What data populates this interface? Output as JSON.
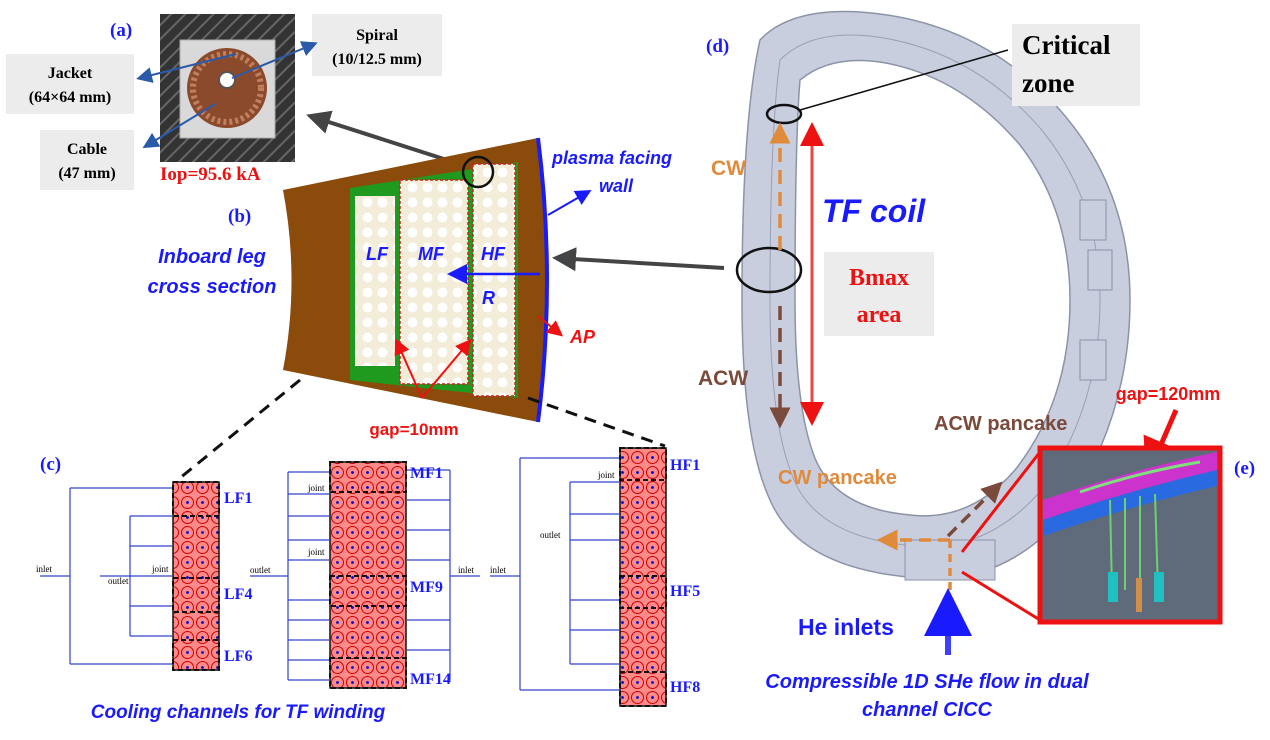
{
  "panels": {
    "a": {
      "tag": "(a)",
      "jacket_label": "Jacket",
      "jacket_dim": "(64×64 mm)",
      "cable_label": "Cable",
      "cable_dim": "(47 mm)",
      "spiral_label": "Spiral",
      "spiral_dim": "(10/12.5 mm)",
      "current": "Iop=95.6 kA"
    },
    "b": {
      "tag": "(b)",
      "title_line1": "Inboard leg",
      "title_line2": "cross section",
      "lf": "LF",
      "mf": "MF",
      "hf": "HF",
      "r": "R",
      "ap": "AP",
      "wall_line1": "plasma facing",
      "wall_line2": "wall",
      "gap": "gap=10mm"
    },
    "c": {
      "tag": "(c)",
      "lf_labels": [
        "LF1",
        "LF4",
        "LF6"
      ],
      "mf_labels": [
        "MF1",
        "MF9",
        "MF14"
      ],
      "hf_labels": [
        "HF1",
        "HF5",
        "HF8"
      ],
      "inlet": "inlet",
      "outlet": "outlet",
      "joint": "joint",
      "caption": "Cooling channels for TF winding"
    },
    "d": {
      "tag": "(d)",
      "critical_line1": "Critical",
      "critical_line2": "zone",
      "cw": "CW",
      "acw": "ACW",
      "tf_coil": "TF coil",
      "bmax_line1": "Bmax",
      "bmax_line2": "area",
      "acw_pancake": "ACW pancake",
      "cw_pancake": "CW pancake",
      "he_inlets": "He inlets",
      "caption_line1": "Compressible 1D SHe flow in dual",
      "caption_line2": "channel CICC"
    },
    "e": {
      "tag": "(e)",
      "gap": "gap=120mm"
    }
  },
  "colors": {
    "blue_text": "#1a1aff",
    "red_text": "#ee1111",
    "orange": "#e08a3c",
    "brown": "#7a4a3a",
    "coil": "#c9cede",
    "wedge": "#8a4b0b",
    "green": "#1f9a1f"
  }
}
